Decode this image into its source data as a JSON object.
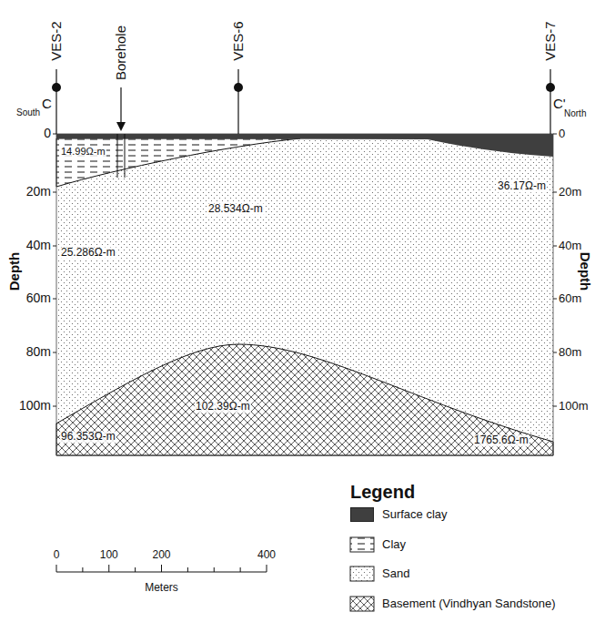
{
  "diagram": {
    "labels": [
      "South",
      "C",
      "C'",
      "North",
      "VES-2",
      "Borehole",
      "VES-6",
      "VES-7",
      "0",
      "20m",
      "40m",
      "60m",
      "80m",
      "100m",
      "Depth",
      "0",
      "20m",
      "40m",
      "60m",
      "80m",
      "100m",
      "Depth",
      "14.99Ω-m",
      "28.534Ω-m",
      "25.286Ω-m",
      "36.17Ω-m",
      "102.39Ω-m",
      "96.353Ω-m",
      "1765.6Ω-m",
      "Legend",
      "0",
      "100",
      "200",
      "400",
      "Meters"
    ],
    "legend": [
      {
        "text": "Surface clay",
        "color": "#3f3f3f"
      },
      {
        "text": "Clay"
      },
      {
        "text": "Sand"
      },
      {
        "text": "Basement (Vindhyan Sandstone)"
      }
    ]
  }
}
